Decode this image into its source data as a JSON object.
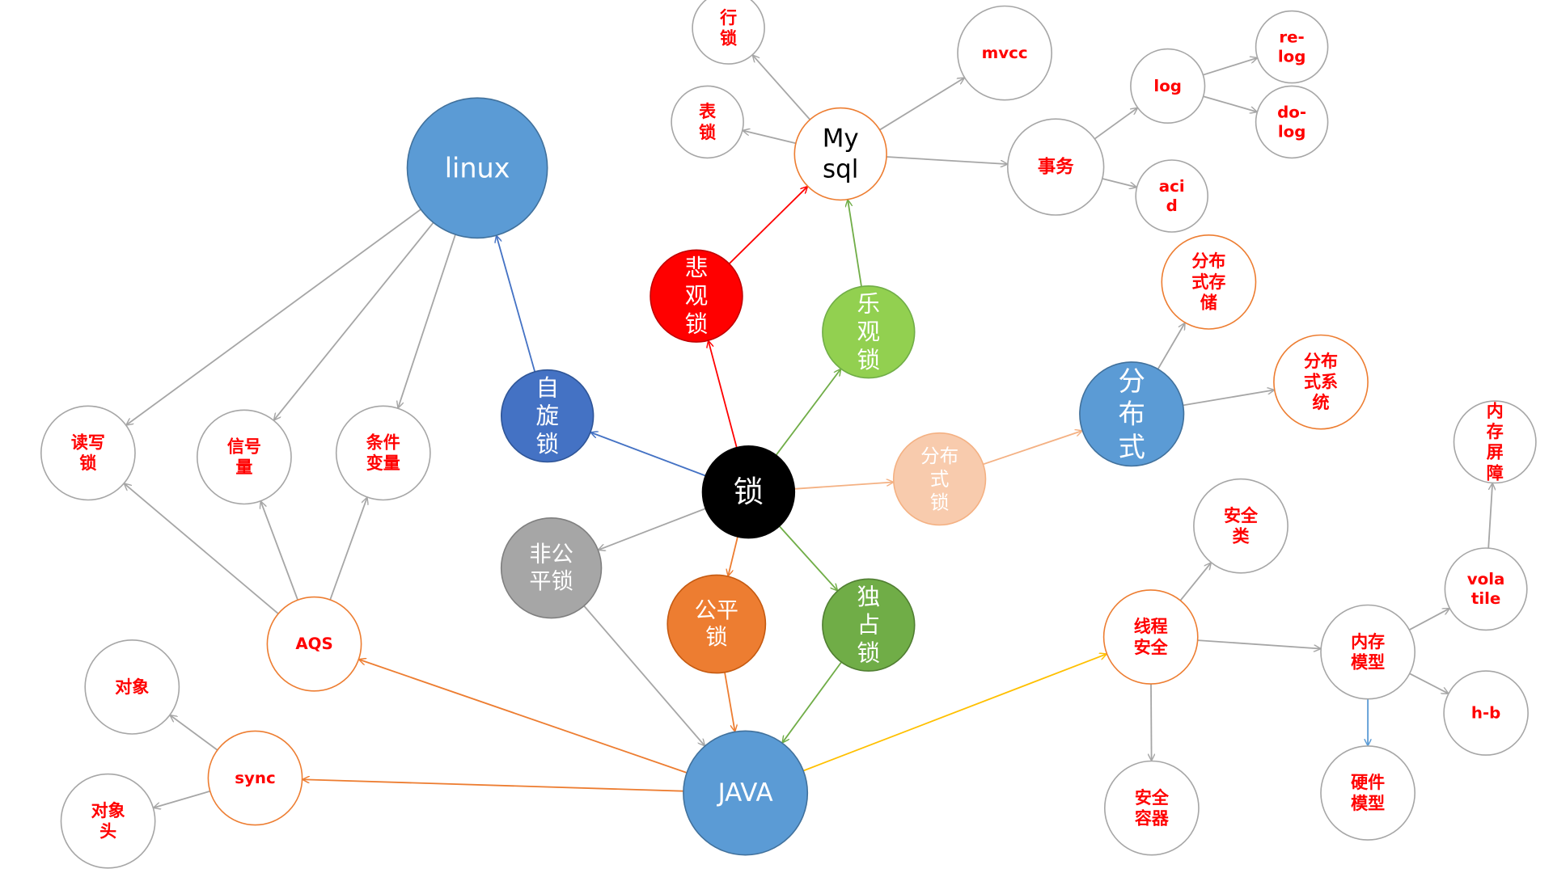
{
  "colors": {
    "edge_gray": "#a6a6a6",
    "edge_blue": "#4472c4",
    "edge_red": "#ff0000",
    "edge_green": "#70ad47",
    "edge_peach": "#f4b183",
    "edge_orange": "#ed7d31",
    "edge_yellow": "#ffc000",
    "edge_steel": "#5b9bd5",
    "text_red": "#ff0000",
    "text_white": "#ffffff",
    "text_black": "#000000"
  },
  "nodes": [
    {
      "id": "lock",
      "lines": [
        "锁"
      ],
      "fill": "#000000",
      "stroke": "#000000",
      "text": "#ffffff"
    },
    {
      "id": "spin",
      "lines": [
        "自",
        "旋",
        "锁"
      ],
      "fill": "#4472c4",
      "stroke": "#2f5597",
      "text": "#ffffff"
    },
    {
      "id": "pess",
      "lines": [
        "悲",
        "观",
        "锁"
      ],
      "fill": "#ff0000",
      "stroke": "#c00000",
      "text": "#ffffff"
    },
    {
      "id": "opt",
      "lines": [
        "乐",
        "观",
        "锁"
      ],
      "fill": "#92d050",
      "stroke": "#70ad47",
      "text": "#ffffff"
    },
    {
      "id": "dlock",
      "lines": [
        "分布",
        "式",
        "锁"
      ],
      "fill": "#f8cbad",
      "stroke": "#f4b183",
      "text": "#ffffff"
    },
    {
      "id": "dist",
      "lines": [
        "分",
        "布",
        "式"
      ],
      "fill": "#5b9bd5",
      "stroke": "#41719c",
      "text": "#ffffff"
    },
    {
      "id": "unfair",
      "lines": [
        "非公",
        "平锁"
      ],
      "fill": "#a6a6a6",
      "stroke": "#7f7f7f",
      "text": "#ffffff"
    },
    {
      "id": "fair",
      "lines": [
        "公平",
        "锁"
      ],
      "fill": "#ed7d31",
      "stroke": "#c55a11",
      "text": "#ffffff"
    },
    {
      "id": "excl",
      "lines": [
        "独",
        "占",
        "锁"
      ],
      "fill": "#70ad47",
      "stroke": "#507e32",
      "text": "#ffffff"
    },
    {
      "id": "java",
      "lines": [
        "JAVA"
      ],
      "fill": "#5b9bd5",
      "stroke": "#41719c",
      "text": "#ffffff"
    },
    {
      "id": "linux",
      "lines": [
        "linux"
      ],
      "fill": "#5b9bd5",
      "stroke": "#41719c",
      "text": "#ffffff"
    },
    {
      "id": "mysql",
      "lines": [
        "My",
        "sql"
      ],
      "fill": "#ffffff",
      "stroke": "#ed7d31",
      "text": "#000000"
    },
    {
      "id": "row",
      "lines": [
        "行",
        "锁"
      ],
      "fill": "#ffffff",
      "stroke": "#a6a6a6",
      "text": "#ff0000"
    },
    {
      "id": "table",
      "lines": [
        "表",
        "锁"
      ],
      "fill": "#ffffff",
      "stroke": "#a6a6a6",
      "text": "#ff0000"
    },
    {
      "id": "mvcc",
      "lines": [
        "mvcc"
      ],
      "fill": "#ffffff",
      "stroke": "#a6a6a6",
      "text": "#ff0000"
    },
    {
      "id": "tx",
      "lines": [
        "事务"
      ],
      "fill": "#ffffff",
      "stroke": "#a6a6a6",
      "text": "#ff0000"
    },
    {
      "id": "log",
      "lines": [
        "log"
      ],
      "fill": "#ffffff",
      "stroke": "#a6a6a6",
      "text": "#ff0000"
    },
    {
      "id": "relog",
      "lines": [
        "re-",
        "log"
      ],
      "fill": "#ffffff",
      "stroke": "#a6a6a6",
      "text": "#ff0000"
    },
    {
      "id": "dolog",
      "lines": [
        "do-",
        "log"
      ],
      "fill": "#ffffff",
      "stroke": "#a6a6a6",
      "text": "#ff0000"
    },
    {
      "id": "acid",
      "lines": [
        "aci",
        "d"
      ],
      "fill": "#ffffff",
      "stroke": "#a6a6a6",
      "text": "#ff0000"
    },
    {
      "id": "dstore",
      "lines": [
        "分布",
        "式存",
        "储"
      ],
      "fill": "#ffffff",
      "stroke": "#ed7d31",
      "text": "#ff0000"
    },
    {
      "id": "dsys",
      "lines": [
        "分布",
        "式系",
        "统"
      ],
      "fill": "#ffffff",
      "stroke": "#ed7d31",
      "text": "#ff0000"
    },
    {
      "id": "rw",
      "lines": [
        "读写",
        "锁"
      ],
      "fill": "#ffffff",
      "stroke": "#a6a6a6",
      "text": "#ff0000"
    },
    {
      "id": "sem",
      "lines": [
        "信号",
        "量"
      ],
      "fill": "#ffffff",
      "stroke": "#a6a6a6",
      "text": "#ff0000"
    },
    {
      "id": "cond",
      "lines": [
        "条件",
        "变量"
      ],
      "fill": "#ffffff",
      "stroke": "#a6a6a6",
      "text": "#ff0000"
    },
    {
      "id": "aqs",
      "lines": [
        "AQS"
      ],
      "fill": "#ffffff",
      "stroke": "#ed7d31",
      "text": "#ff0000"
    },
    {
      "id": "obj",
      "lines": [
        "对象"
      ],
      "fill": "#ffffff",
      "stroke": "#a6a6a6",
      "text": "#ff0000"
    },
    {
      "id": "sync",
      "lines": [
        "sync"
      ],
      "fill": "#ffffff",
      "stroke": "#ed7d31",
      "text": "#ff0000"
    },
    {
      "id": "objhead",
      "lines": [
        "对象",
        "头"
      ],
      "fill": "#ffffff",
      "stroke": "#a6a6a6",
      "text": "#ff0000"
    },
    {
      "id": "ts",
      "lines": [
        "线程",
        "安全"
      ],
      "fill": "#ffffff",
      "stroke": "#ed7d31",
      "text": "#ff0000"
    },
    {
      "id": "safecls",
      "lines": [
        "安全",
        "类"
      ],
      "fill": "#ffffff",
      "stroke": "#a6a6a6",
      "text": "#ff0000"
    },
    {
      "id": "safecon",
      "lines": [
        "安全",
        "容器"
      ],
      "fill": "#ffffff",
      "stroke": "#a6a6a6",
      "text": "#ff0000"
    },
    {
      "id": "memmodel",
      "lines": [
        "内存",
        "模型"
      ],
      "fill": "#ffffff",
      "stroke": "#a6a6a6",
      "text": "#ff0000"
    },
    {
      "id": "volatile",
      "lines": [
        "vola",
        "tile"
      ],
      "fill": "#ffffff",
      "stroke": "#a6a6a6",
      "text": "#ff0000"
    },
    {
      "id": "barrier",
      "lines": [
        "内",
        "存",
        "屏",
        "障"
      ],
      "fill": "#ffffff",
      "stroke": "#a6a6a6",
      "text": "#ff0000"
    },
    {
      "id": "hb",
      "lines": [
        "h-b"
      ],
      "fill": "#ffffff",
      "stroke": "#a6a6a6",
      "text": "#ff0000"
    },
    {
      "id": "hw",
      "lines": [
        "硬件",
        "模型"
      ],
      "fill": "#ffffff",
      "stroke": "#a6a6a6",
      "text": "#ff0000"
    }
  ],
  "edges": [
    {
      "from": "lock",
      "to": "spin",
      "color": "#4472c4"
    },
    {
      "from": "lock",
      "to": "pess",
      "color": "#ff0000"
    },
    {
      "from": "lock",
      "to": "opt",
      "color": "#70ad47"
    },
    {
      "from": "lock",
      "to": "dlock",
      "color": "#f4b183"
    },
    {
      "from": "lock",
      "to": "unfair",
      "color": "#a6a6a6"
    },
    {
      "from": "lock",
      "to": "fair",
      "color": "#ed7d31"
    },
    {
      "from": "lock",
      "to": "excl",
      "color": "#70ad47"
    },
    {
      "from": "spin",
      "to": "linux",
      "color": "#4472c4"
    },
    {
      "from": "pess",
      "to": "mysql",
      "color": "#ff0000"
    },
    {
      "from": "opt",
      "to": "mysql",
      "color": "#70ad47"
    },
    {
      "from": "dlock",
      "to": "dist",
      "color": "#f4b183"
    },
    {
      "from": "dist",
      "to": "dstore",
      "color": "#a6a6a6"
    },
    {
      "from": "dist",
      "to": "dsys",
      "color": "#a6a6a6"
    },
    {
      "from": "mysql",
      "to": "row",
      "color": "#a6a6a6"
    },
    {
      "from": "mysql",
      "to": "table",
      "color": "#a6a6a6"
    },
    {
      "from": "mysql",
      "to": "mvcc",
      "color": "#a6a6a6"
    },
    {
      "from": "mysql",
      "to": "tx",
      "color": "#a6a6a6"
    },
    {
      "from": "tx",
      "to": "log",
      "color": "#a6a6a6"
    },
    {
      "from": "tx",
      "to": "acid",
      "color": "#a6a6a6"
    },
    {
      "from": "log",
      "to": "relog",
      "color": "#a6a6a6"
    },
    {
      "from": "log",
      "to": "dolog",
      "color": "#a6a6a6"
    },
    {
      "from": "linux",
      "to": "rw",
      "color": "#a6a6a6"
    },
    {
      "from": "linux",
      "to": "sem",
      "color": "#a6a6a6"
    },
    {
      "from": "linux",
      "to": "cond",
      "color": "#a6a6a6"
    },
    {
      "from": "aqs",
      "to": "rw",
      "color": "#a6a6a6"
    },
    {
      "from": "aqs",
      "to": "sem",
      "color": "#a6a6a6"
    },
    {
      "from": "aqs",
      "to": "cond",
      "color": "#a6a6a6"
    },
    {
      "from": "unfair",
      "to": "java",
      "color": "#a6a6a6"
    },
    {
      "from": "fair",
      "to": "java",
      "color": "#ed7d31"
    },
    {
      "from": "excl",
      "to": "java",
      "color": "#70ad47"
    },
    {
      "from": "java",
      "to": "aqs",
      "color": "#ed7d31"
    },
    {
      "from": "java",
      "to": "sync",
      "color": "#ed7d31"
    },
    {
      "from": "java",
      "to": "ts",
      "color": "#ffc000"
    },
    {
      "from": "sync",
      "to": "obj",
      "color": "#a6a6a6"
    },
    {
      "from": "sync",
      "to": "objhead",
      "color": "#a6a6a6"
    },
    {
      "from": "ts",
      "to": "safecls",
      "color": "#a6a6a6"
    },
    {
      "from": "ts",
      "to": "safecon",
      "color": "#a6a6a6"
    },
    {
      "from": "ts",
      "to": "memmodel",
      "color": "#a6a6a6"
    },
    {
      "from": "memmodel",
      "to": "volatile",
      "color": "#a6a6a6"
    },
    {
      "from": "memmodel",
      "to": "hb",
      "color": "#a6a6a6"
    },
    {
      "from": "memmodel",
      "to": "hw",
      "color": "#5b9bd5"
    },
    {
      "from": "volatile",
      "to": "barrier",
      "color": "#a6a6a6"
    }
  ]
}
